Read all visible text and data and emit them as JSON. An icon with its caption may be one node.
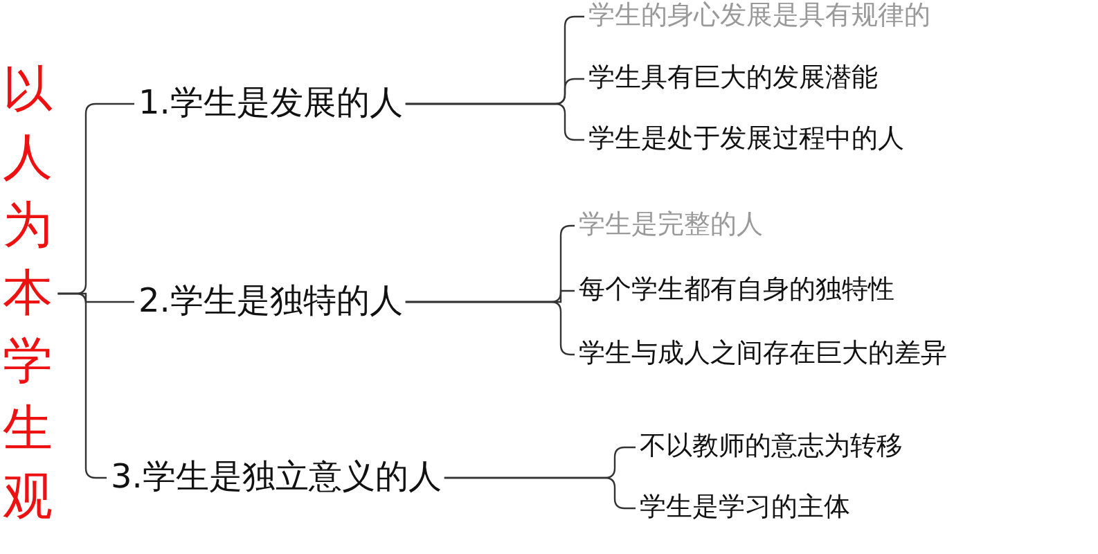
{
  "diagram": {
    "nodes": [
      {
        "text": [
          "以人为本学生观"
        ]
      },
      {
        "text": [
          "1.学生是发展的人"
        ]
      },
      {
        "text": [
          "学生的身心发展是具有规律的"
        ]
      },
      {
        "text": [
          "学生具有巨大的发展潜能"
        ]
      },
      {
        "text": [
          "学生是处于发展过程中的人"
        ]
      },
      {
        "text": [
          "2.学生是独特的人"
        ]
      },
      {
        "text": [
          "学生是完整的人"
        ]
      },
      {
        "text": [
          "每个学生都有自身的独特性"
        ]
      },
      {
        "text": [
          "学生与成人之间存在巨大的差异"
        ]
      },
      {
        "text": [
          "3.学生是独立意义的人"
        ]
      },
      {
        "text": [
          "不以教师的意志为转移"
        ]
      },
      {
        "text": [
          "学生是学习的主体"
        ]
      }
    ],
    "edges": [
      {
        "from": 0,
        "to": 1,
        "arrow": "none"
      },
      {
        "from": 0,
        "to": 5,
        "arrow": "none"
      },
      {
        "from": 0,
        "to": 9,
        "arrow": "none"
      },
      {
        "from": 1,
        "to": 2,
        "arrow": "none"
      },
      {
        "from": 1,
        "to": 3,
        "arrow": "none"
      },
      {
        "from": 1,
        "to": 4,
        "arrow": "none"
      },
      {
        "from": 5,
        "to": 6,
        "arrow": "none"
      },
      {
        "from": 5,
        "to": 7,
        "arrow": "none"
      },
      {
        "from": 5,
        "to": 8,
        "arrow": "none"
      },
      {
        "from": 9,
        "to": 10,
        "arrow": "none"
      },
      {
        "from": 9,
        "to": 11,
        "arrow": "none"
      }
    ]
  }
}
